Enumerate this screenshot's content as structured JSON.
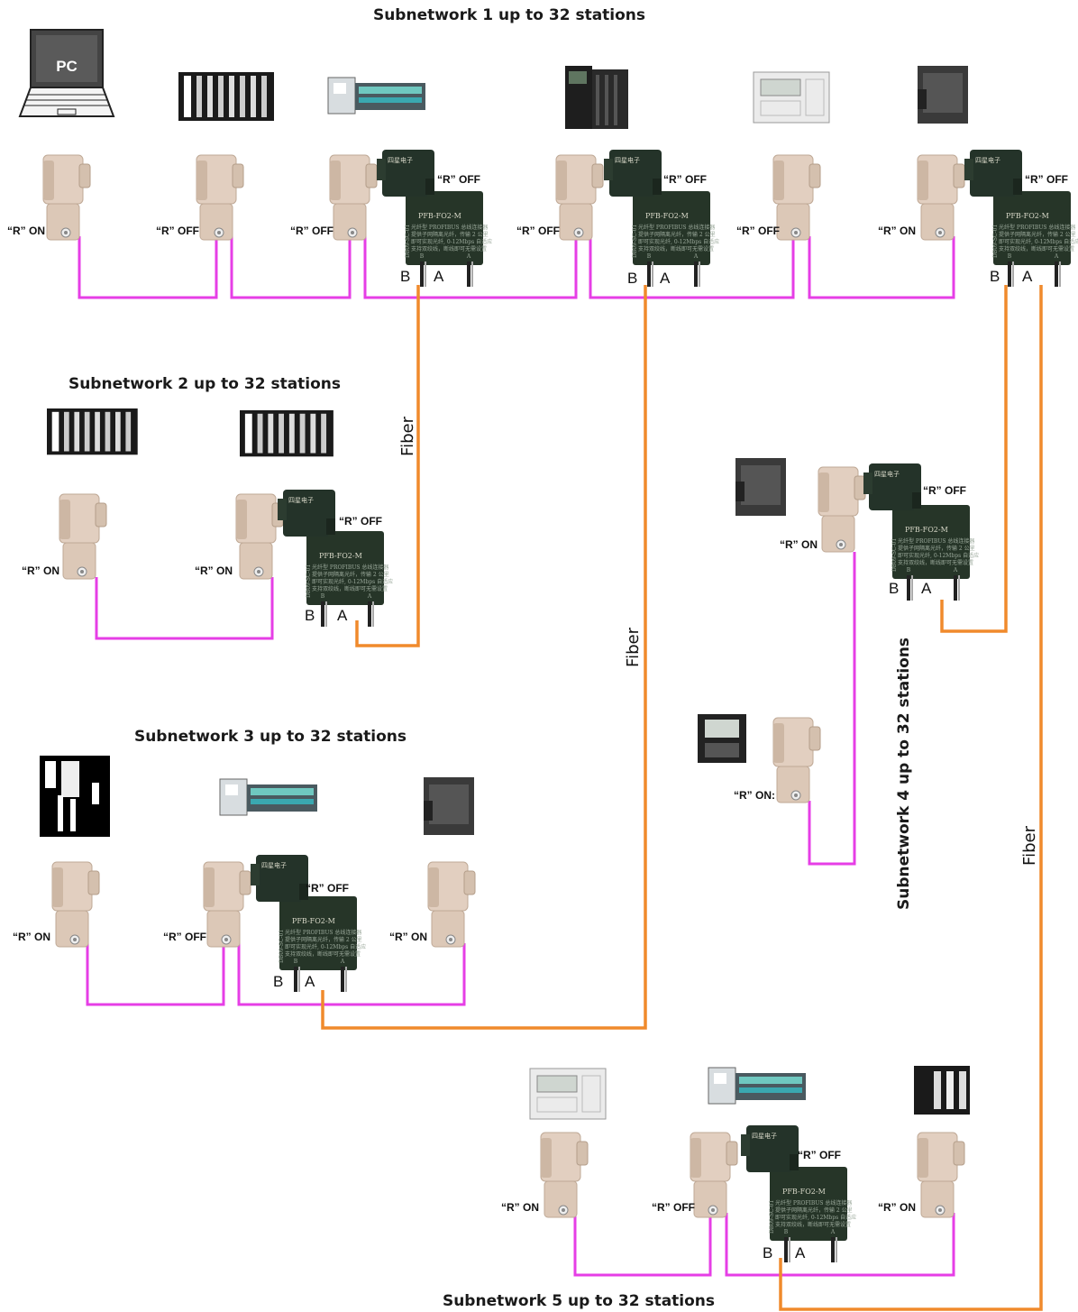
{
  "subnetworks": {
    "s1": "Subnetwork 1 up to 32 stations",
    "s2": "Subnetwork 2 up to 32 stations",
    "s3": "Subnetwork 3 up to 32 stations",
    "s4": "Subnetwork 4 up to 32 stations",
    "s5": "Subnetwork 5 up to 32 stations"
  },
  "labels": {
    "r_on": "“R” ON",
    "r_off": "“R” OFF",
    "r_on_colon": "“R” ON:",
    "fiber": "Fiber",
    "b": "B",
    "a": "A",
    "pc": "PC"
  },
  "module": {
    "brand": "四星电子",
    "model": "PFB-FO2-M",
    "side_text": "DB09-SC-01",
    "desc": [
      "光纤型 PROFIBUS 总线连接器",
      "提供子网隔离光纤，传输 2 公里",
      "即可实现光纤, 0-12Mbps 自适应",
      "支持双绞线，断线即可无需设置"
    ],
    "port_b": "B",
    "port_a": "A"
  },
  "colors": {
    "bus": "#e63ee6",
    "fiber": "#f08a2c",
    "module": "#243329",
    "connector": "#e2cfc0"
  },
  "devices": {
    "pc": "laptop-icon",
    "rack": "plc-rack-icon",
    "io": "io-module-icon",
    "cpu": "plc-cpu-icon",
    "hmi": "hmi-panel-icon",
    "small_plc": "compact-plc-icon"
  }
}
